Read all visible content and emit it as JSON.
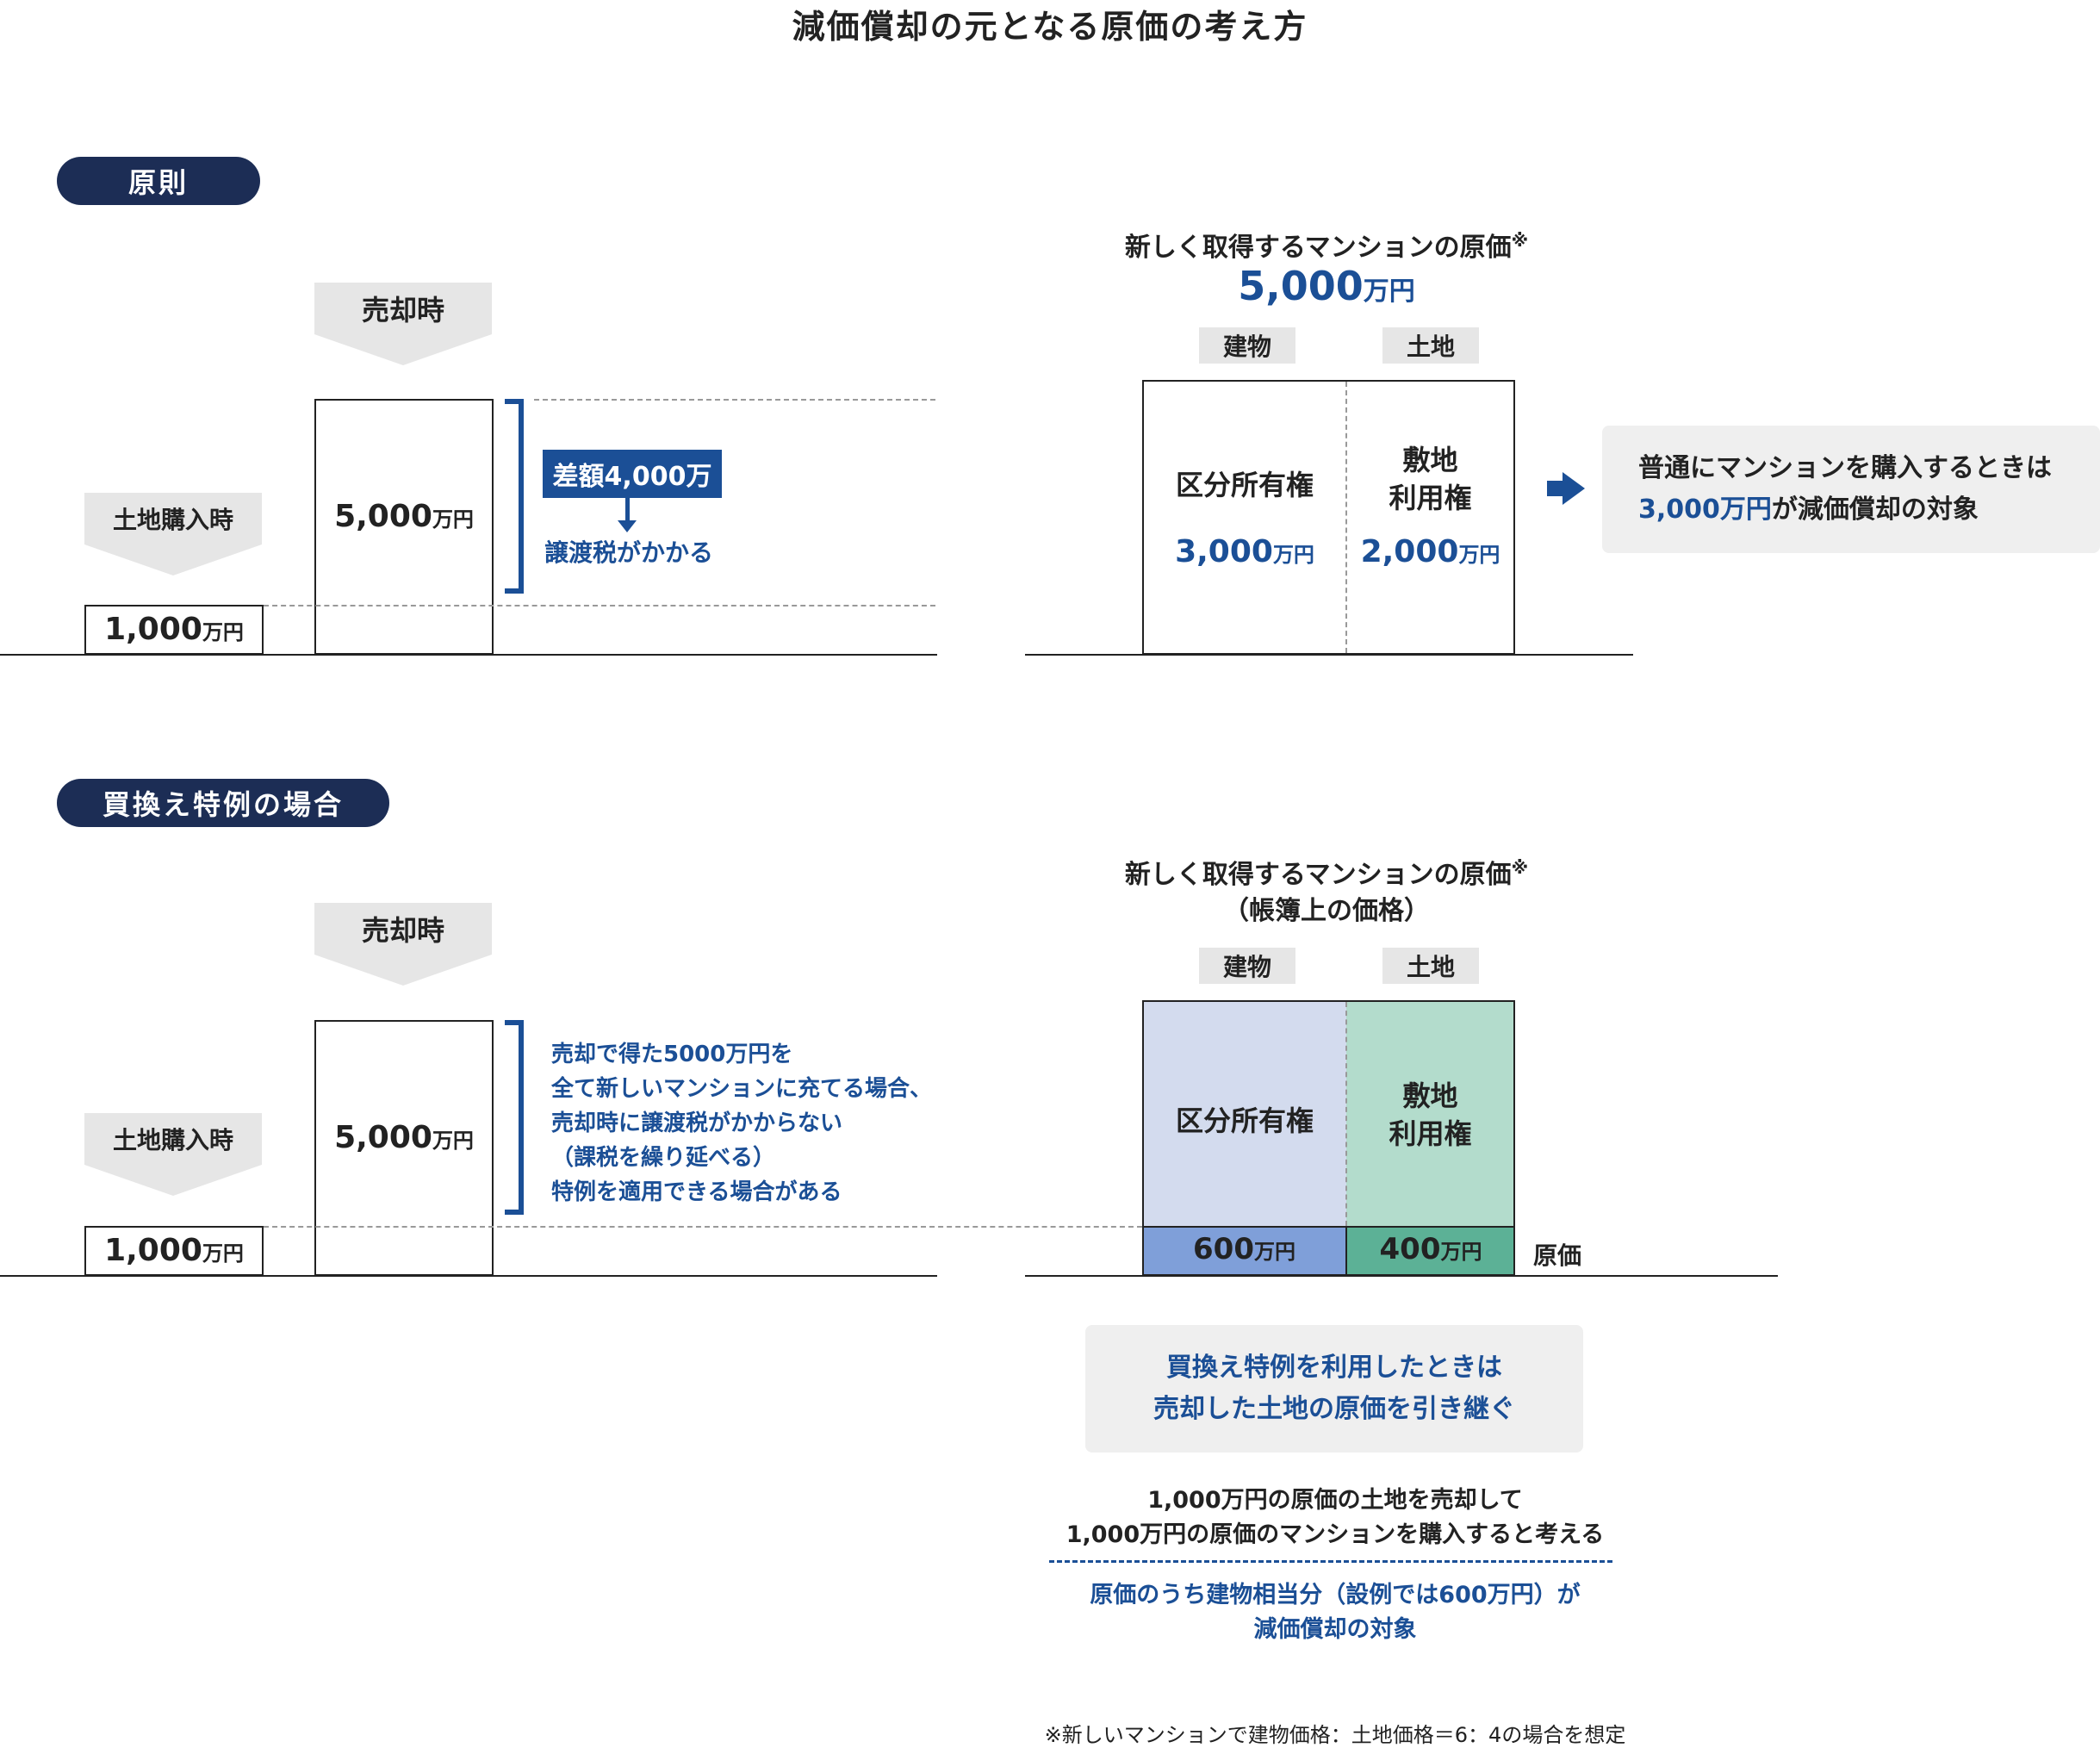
{
  "title": "減価償却の元となる原価の考え方",
  "unit": "万円",
  "section1": {
    "pill": "原則",
    "sale_banner": "売却時",
    "land_banner": "土地購入時",
    "land_value": "1,000",
    "sale_value": "5,000",
    "diff_label": "差額4,000万",
    "diff_note": "譲渡税がかかる",
    "new_title": "新しく取得するマンションの原価",
    "asterisk": "※",
    "new_total": "5,000",
    "building_tag": "建物",
    "land_tag": "土地",
    "building_label": "区分所有権",
    "land_label_line1": "敷地",
    "land_label_line2": "利用権",
    "building_value": "3,000",
    "land_value_right": "2,000",
    "note_line1": "普通にマンションを購入するときは",
    "note_value": "3,000万円",
    "note_line2_rest": "が減価償却の対象"
  },
  "section2": {
    "pill": "買換え特例の場合",
    "sale_banner": "売却時",
    "land_banner": "土地購入時",
    "land_value": "1,000",
    "sale_value": "5,000",
    "desc": [
      "売却で得た5000万円を",
      "全て新しいマンションに充てる場合、",
      "売却時に譲渡税がかからない",
      "（課税を繰り延べる）",
      "特例を適用できる場合がある"
    ],
    "new_title": "新しく取得するマンションの原価",
    "asterisk": "※",
    "new_subtitle": "（帳簿上の価格）",
    "building_tag": "建物",
    "land_tag": "土地",
    "building_label": "区分所有権",
    "land_label_line1": "敷地",
    "land_label_line2": "利用権",
    "building_cost": "600",
    "land_cost": "400",
    "cost_label": "原価",
    "note_line1": "買換え特例を利用したときは",
    "note_line2": "売却した土地の原価を引き継ぐ",
    "explain_line1": "1,000万円の原価の土地を売却して",
    "explain_line2": "1,000万円の原価のマンションを購入すると考える",
    "explain_line3": "原価のうち建物相当分（設例では600万円）が",
    "explain_line4": "減価償却の対象"
  },
  "footnote": "※新しいマンションで建物価格：土地価格＝6：4の場合を想定",
  "colors": {
    "navy": "#1c2d55",
    "blue_text": "#1b4f96",
    "building_fill": "#d3dbee",
    "land_fill": "#b3dccc",
    "building_cost_fill": "#7f9fd9",
    "land_cost_fill": "#5cb196",
    "banner_gray": "#e6e6e6"
  }
}
